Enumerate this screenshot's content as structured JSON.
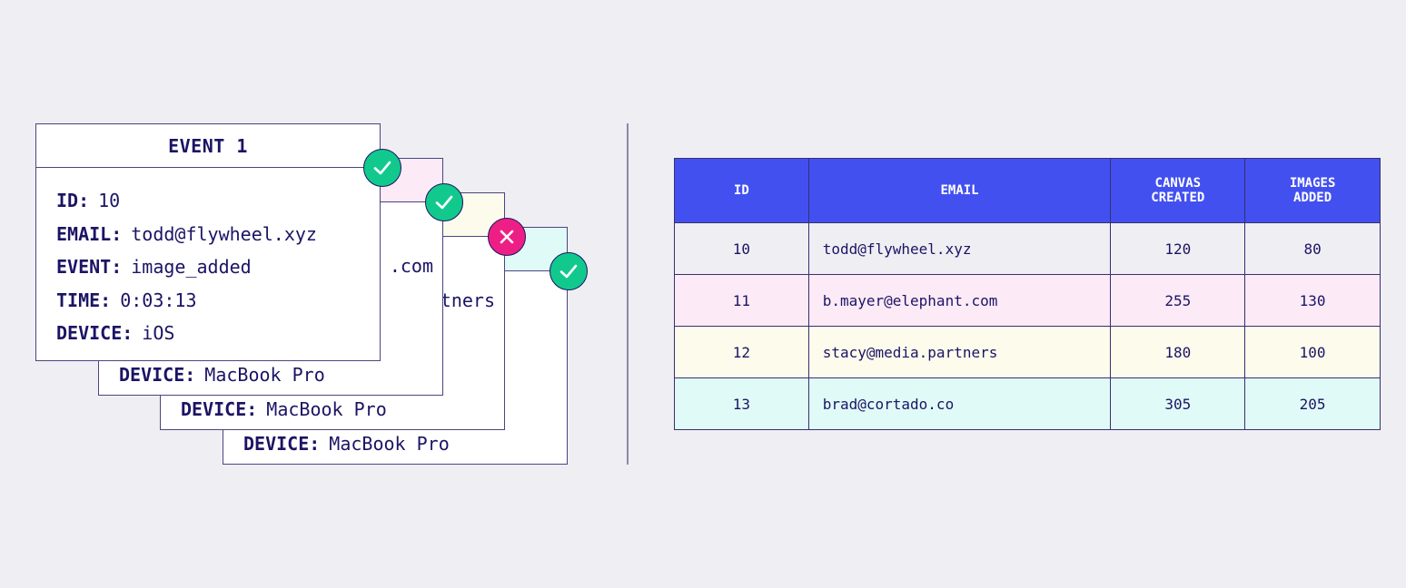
{
  "colors": {
    "background": "#EFEEF3",
    "header_blue": "#4350F0",
    "success_green": "#12C98D",
    "fail_pink": "#EE1F84",
    "ink": "#1B1464"
  },
  "event_cards": [
    {
      "title": "EVENT 1",
      "fields": [
        {
          "key": "ID:",
          "value": "10"
        },
        {
          "key": "EMAIL:",
          "value": "todd@flywheel.xyz"
        },
        {
          "key": "EVENT:",
          "value": "image_added"
        },
        {
          "key": "TIME:",
          "value": "0:03:13"
        },
        {
          "key": "DEVICE:",
          "value": "iOS"
        }
      ],
      "status": "check-icon",
      "tint": "#FFFFFF"
    },
    {
      "visible_tail": ".com",
      "device_key": "DEVICE:",
      "device_value": "MacBook Pro",
      "status": "check-icon",
      "tint": "#FCEAF6"
    },
    {
      "visible_tail": "rtners",
      "device_key": "DEVICE:",
      "device_value": "MacBook Pro",
      "status": "x-icon",
      "tint": "#FDFBEC"
    },
    {
      "device_key": "DEVICE:",
      "device_value": "MacBook Pro",
      "status": "check-icon",
      "tint": "#E0FBF7"
    }
  ],
  "table": {
    "headers": [
      {
        "line1": "ID",
        "line2": ""
      },
      {
        "line1": "EMAIL",
        "line2": ""
      },
      {
        "line1": "CANVAS",
        "line2": "CREATED"
      },
      {
        "line1": "IMAGES",
        "line2": "ADDED"
      }
    ],
    "rows": [
      {
        "id": "10",
        "email": "todd@flywheel.xyz",
        "canvas_created": "120",
        "images_added": "80",
        "tint": "#EFEEF3"
      },
      {
        "id": "11",
        "email": "b.mayer@elephant.com",
        "canvas_created": "255",
        "images_added": "130",
        "tint": "#FCEAF6"
      },
      {
        "id": "12",
        "email": "stacy@media.partners",
        "canvas_created": "180",
        "images_added": "100",
        "tint": "#FDFBEC"
      },
      {
        "id": "13",
        "email": "brad@cortado.co",
        "canvas_created": "305",
        "images_added": "205",
        "tint": "#E0FBF7"
      }
    ]
  }
}
